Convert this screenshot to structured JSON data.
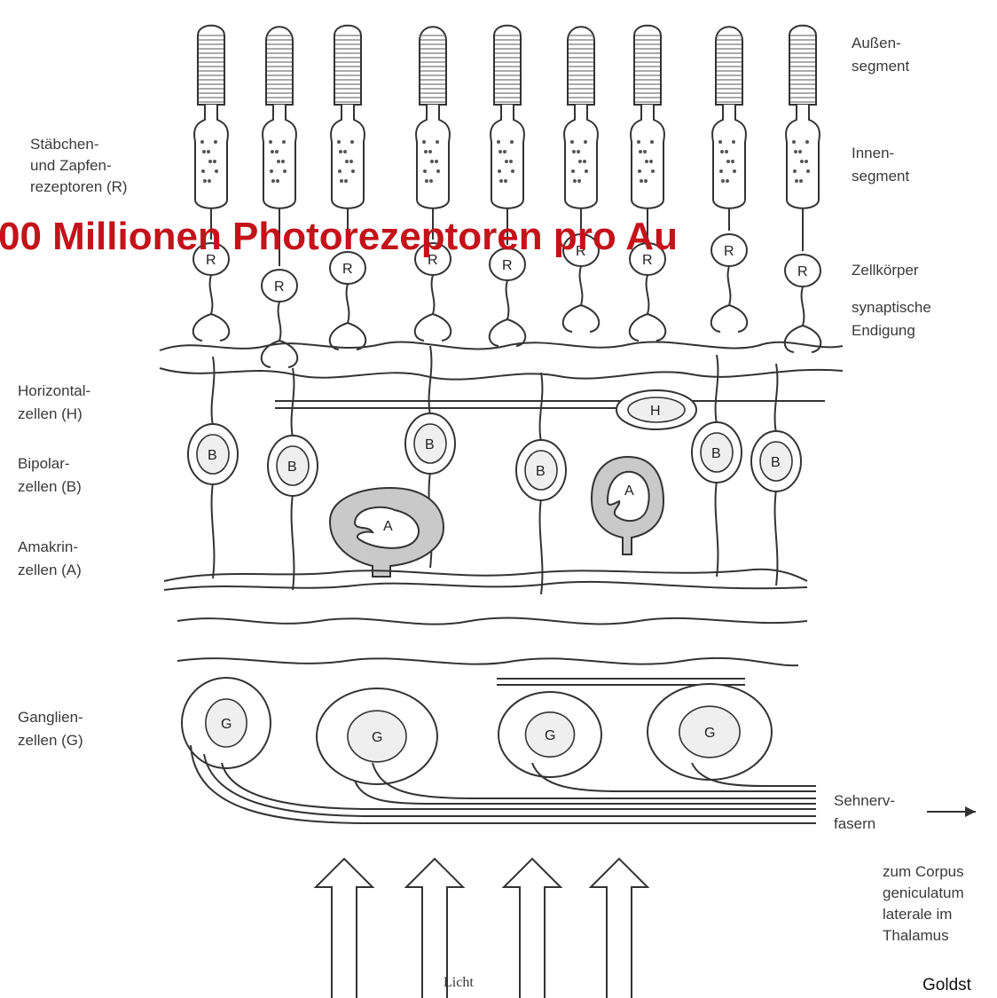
{
  "title_banner": "00 Millionen Photorezeptoren pro Au",
  "credit": "Goldst",
  "left_labels": {
    "receptors": [
      "Stäbchen-",
      "und Zapfen-",
      "rezeptoren (R)"
    ],
    "horizontal": [
      "Horizontal-",
      "zellen (H)"
    ],
    "bipolar": [
      "Bipolar-",
      "zellen (B)"
    ],
    "amacrine": [
      "Amakrin-",
      "zellen (A)"
    ],
    "ganglion": [
      "Ganglien-",
      "zellen (G)"
    ]
  },
  "right_labels": {
    "outer_segment": [
      "Außen-",
      "segment"
    ],
    "inner_segment": [
      "Innen-",
      "segment"
    ],
    "cell_body": "Zellkörper",
    "synaptic": [
      "synaptische",
      "Endigung"
    ],
    "optic_nerve": [
      "Sehnerv-",
      "fasern"
    ],
    "target": [
      "zum Corpus",
      "geniculatum",
      "laterale im",
      "Thalamus"
    ]
  },
  "light_label": "Licht",
  "cell_letters": {
    "receptor": "R",
    "horizontal": "H",
    "bipolar": "B",
    "amacrine": "A",
    "ganglion": "G"
  }
}
